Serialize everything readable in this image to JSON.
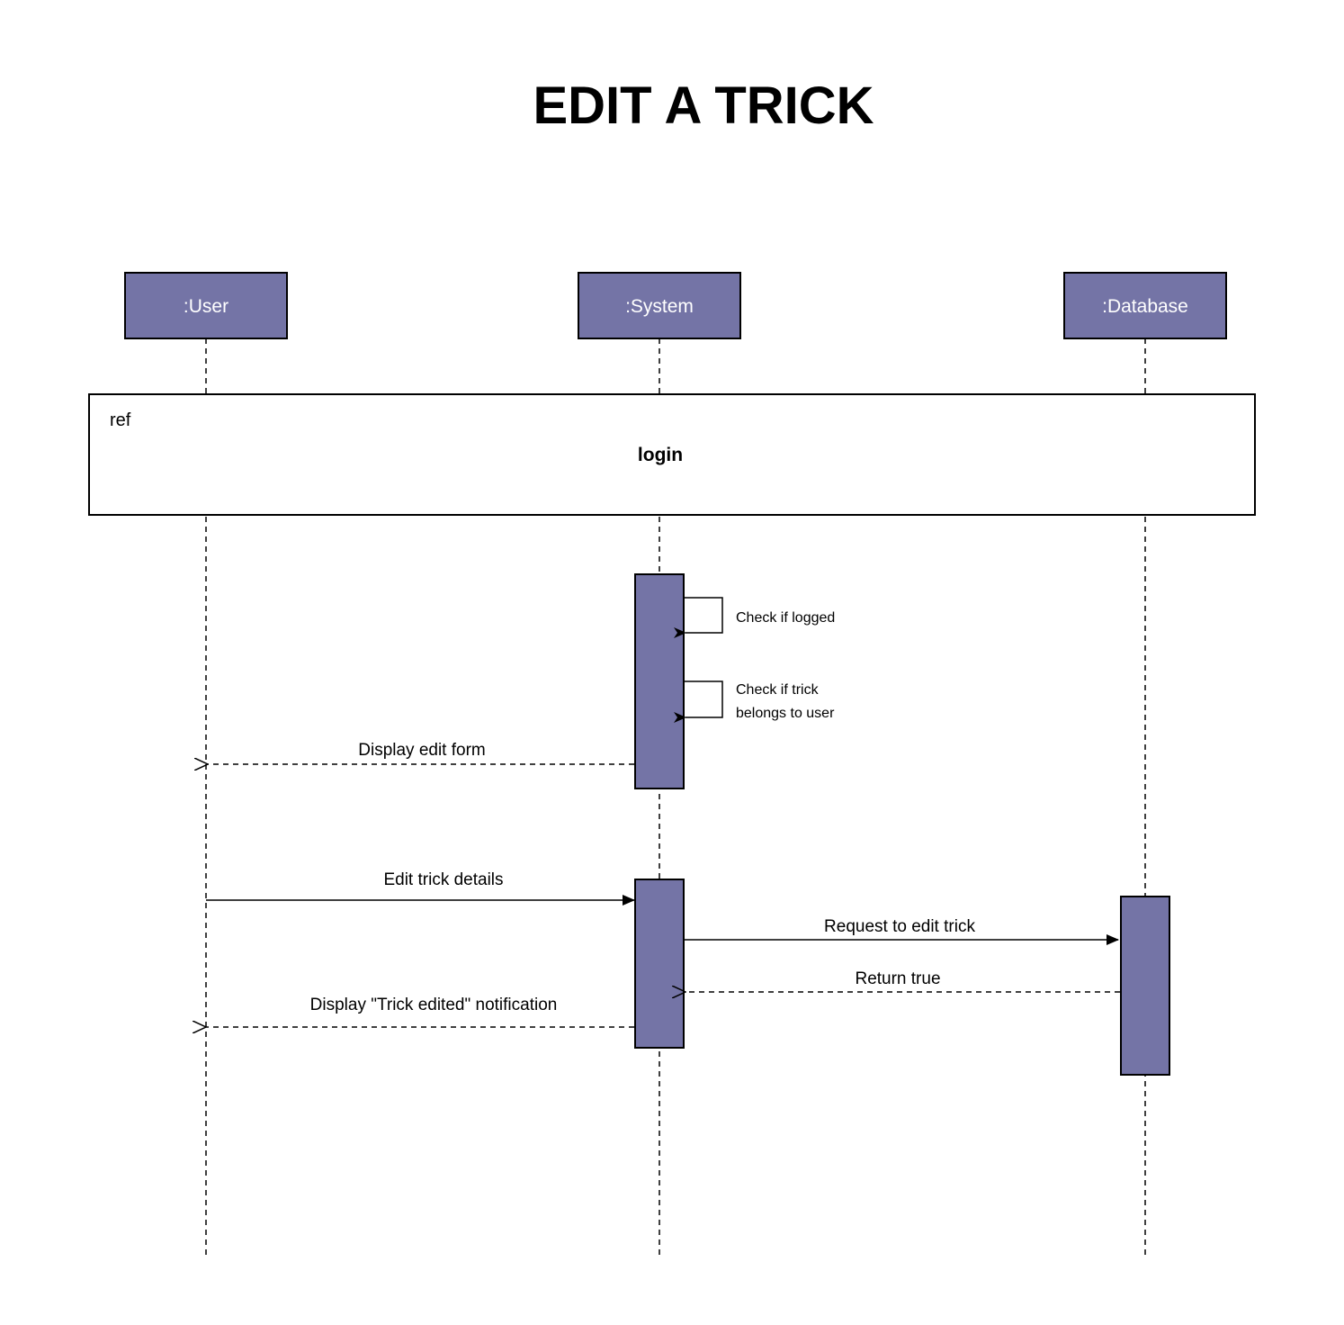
{
  "title": "EDIT A TRICK",
  "colors": {
    "participant_fill": "#7474A6",
    "stroke": "#000000",
    "background": "#FFFFFF"
  },
  "participants": [
    {
      "id": "user",
      "label": ":User"
    },
    {
      "id": "system",
      "label": ":System"
    },
    {
      "id": "database",
      "label": ":Database"
    }
  ],
  "ref_frame": {
    "tag": "ref",
    "name": "login"
  },
  "messages": {
    "check_logged": "Check if logged",
    "check_belongs_line1": "Check if trick",
    "check_belongs_line2": "belongs to user",
    "display_form": "Display edit form",
    "edit_details": "Edit trick details",
    "request_edit": "Request to edit trick",
    "return_true": "Return true",
    "display_notification": "Display \"Trick edited\" notification"
  }
}
